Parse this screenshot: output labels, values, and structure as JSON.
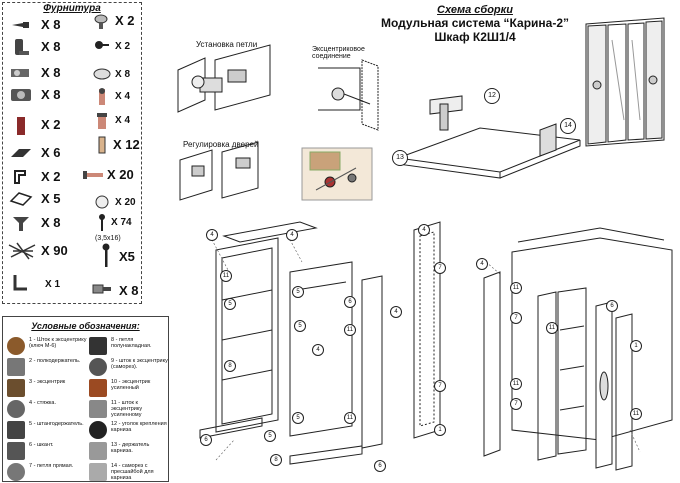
{
  "hardware": {
    "title": "Фурнитура",
    "items": [
      {
        "icon": "dowel-screw-icon",
        "qty": "X 8"
      },
      {
        "icon": "round-knob-icon",
        "qty": "X 2"
      },
      {
        "icon": "dowel-icon",
        "qty": "X 8"
      },
      {
        "icon": "short-screw-icon",
        "qty": "X 2"
      },
      {
        "icon": "hinge-icon",
        "qty": "X 8"
      },
      {
        "icon": "cap-icon",
        "qty": "X 8"
      },
      {
        "icon": "eccentric-icon",
        "qty": "X 8"
      },
      {
        "icon": "rod-screw-icon",
        "qty": "X 4"
      },
      {
        "icon": "shelf-holder-icon",
        "qty": "X 2"
      },
      {
        "icon": "reinforced-rod-icon",
        "qty": "X 4"
      },
      {
        "icon": "door-hinge-icon",
        "qty": "X 6"
      },
      {
        "icon": "plastic-dowel-icon",
        "qty": "X 12"
      },
      {
        "icon": "nail-icon",
        "qty": "X 2"
      },
      {
        "icon": "long-screw-icon",
        "qty": "X 20"
      },
      {
        "icon": "bracket-icon",
        "qty": "X 5"
      },
      {
        "icon": "cap-icon",
        "qty": "X 20"
      },
      {
        "icon": "table-holder-icon",
        "qty": "X 8"
      },
      {
        "icon": "screw-icon",
        "qty": "X 74"
      },
      {
        "icon": "nails-bundle-icon",
        "qty": "X 90"
      },
      {
        "icon": "large-screw-icon",
        "qty": "X5"
      },
      {
        "icon": "hex-key-icon",
        "qty": "X 1"
      },
      {
        "icon": "connector-icon",
        "qty": "X 8"
      }
    ],
    "screw_note": "(3,5x16)"
  },
  "legend": {
    "title": "Условные обозначения:",
    "items": [
      {
        "text": "1 - Шток к эксцентрику (ключ М-6)"
      },
      {
        "text": "8 - петля полунакладная."
      },
      {
        "text": "2 - полкодержатель."
      },
      {
        "text": "9 - шток к эксцентрику (саморез)."
      },
      {
        "text": "3 - эксцентрик"
      },
      {
        "text": "10 - эксцентрик усиленный"
      },
      {
        "text": "4 - стяжка."
      },
      {
        "text": "11 - шток к эксцентрику усиленному"
      },
      {
        "text": "5 - штангодержатель."
      },
      {
        "text": "12 - уголок крепления карниза"
      },
      {
        "text": "6 - шкант."
      },
      {
        "text": "13 - держатель карниза."
      },
      {
        "text": "7 - петля прямая."
      },
      {
        "text": "14 - саморез с пресшайбой для карниза"
      }
    ]
  },
  "heading": {
    "line1": "Схема сборки",
    "line2": "Модульная система “Карина-2”",
    "line3": "Шкаф К2Ш1/4"
  },
  "labels": {
    "hinge_install": "Установка петли",
    "eccentric": "Эксцентриковое соединение",
    "door_adjust": "Регулировка дверей"
  },
  "markers": {
    "n12": "12",
    "n13": "13",
    "n14": "14",
    "n4": "4",
    "n5": "5",
    "n6": "6",
    "n7": "7",
    "n8": "8",
    "n11": "11",
    "n1": "1"
  }
}
